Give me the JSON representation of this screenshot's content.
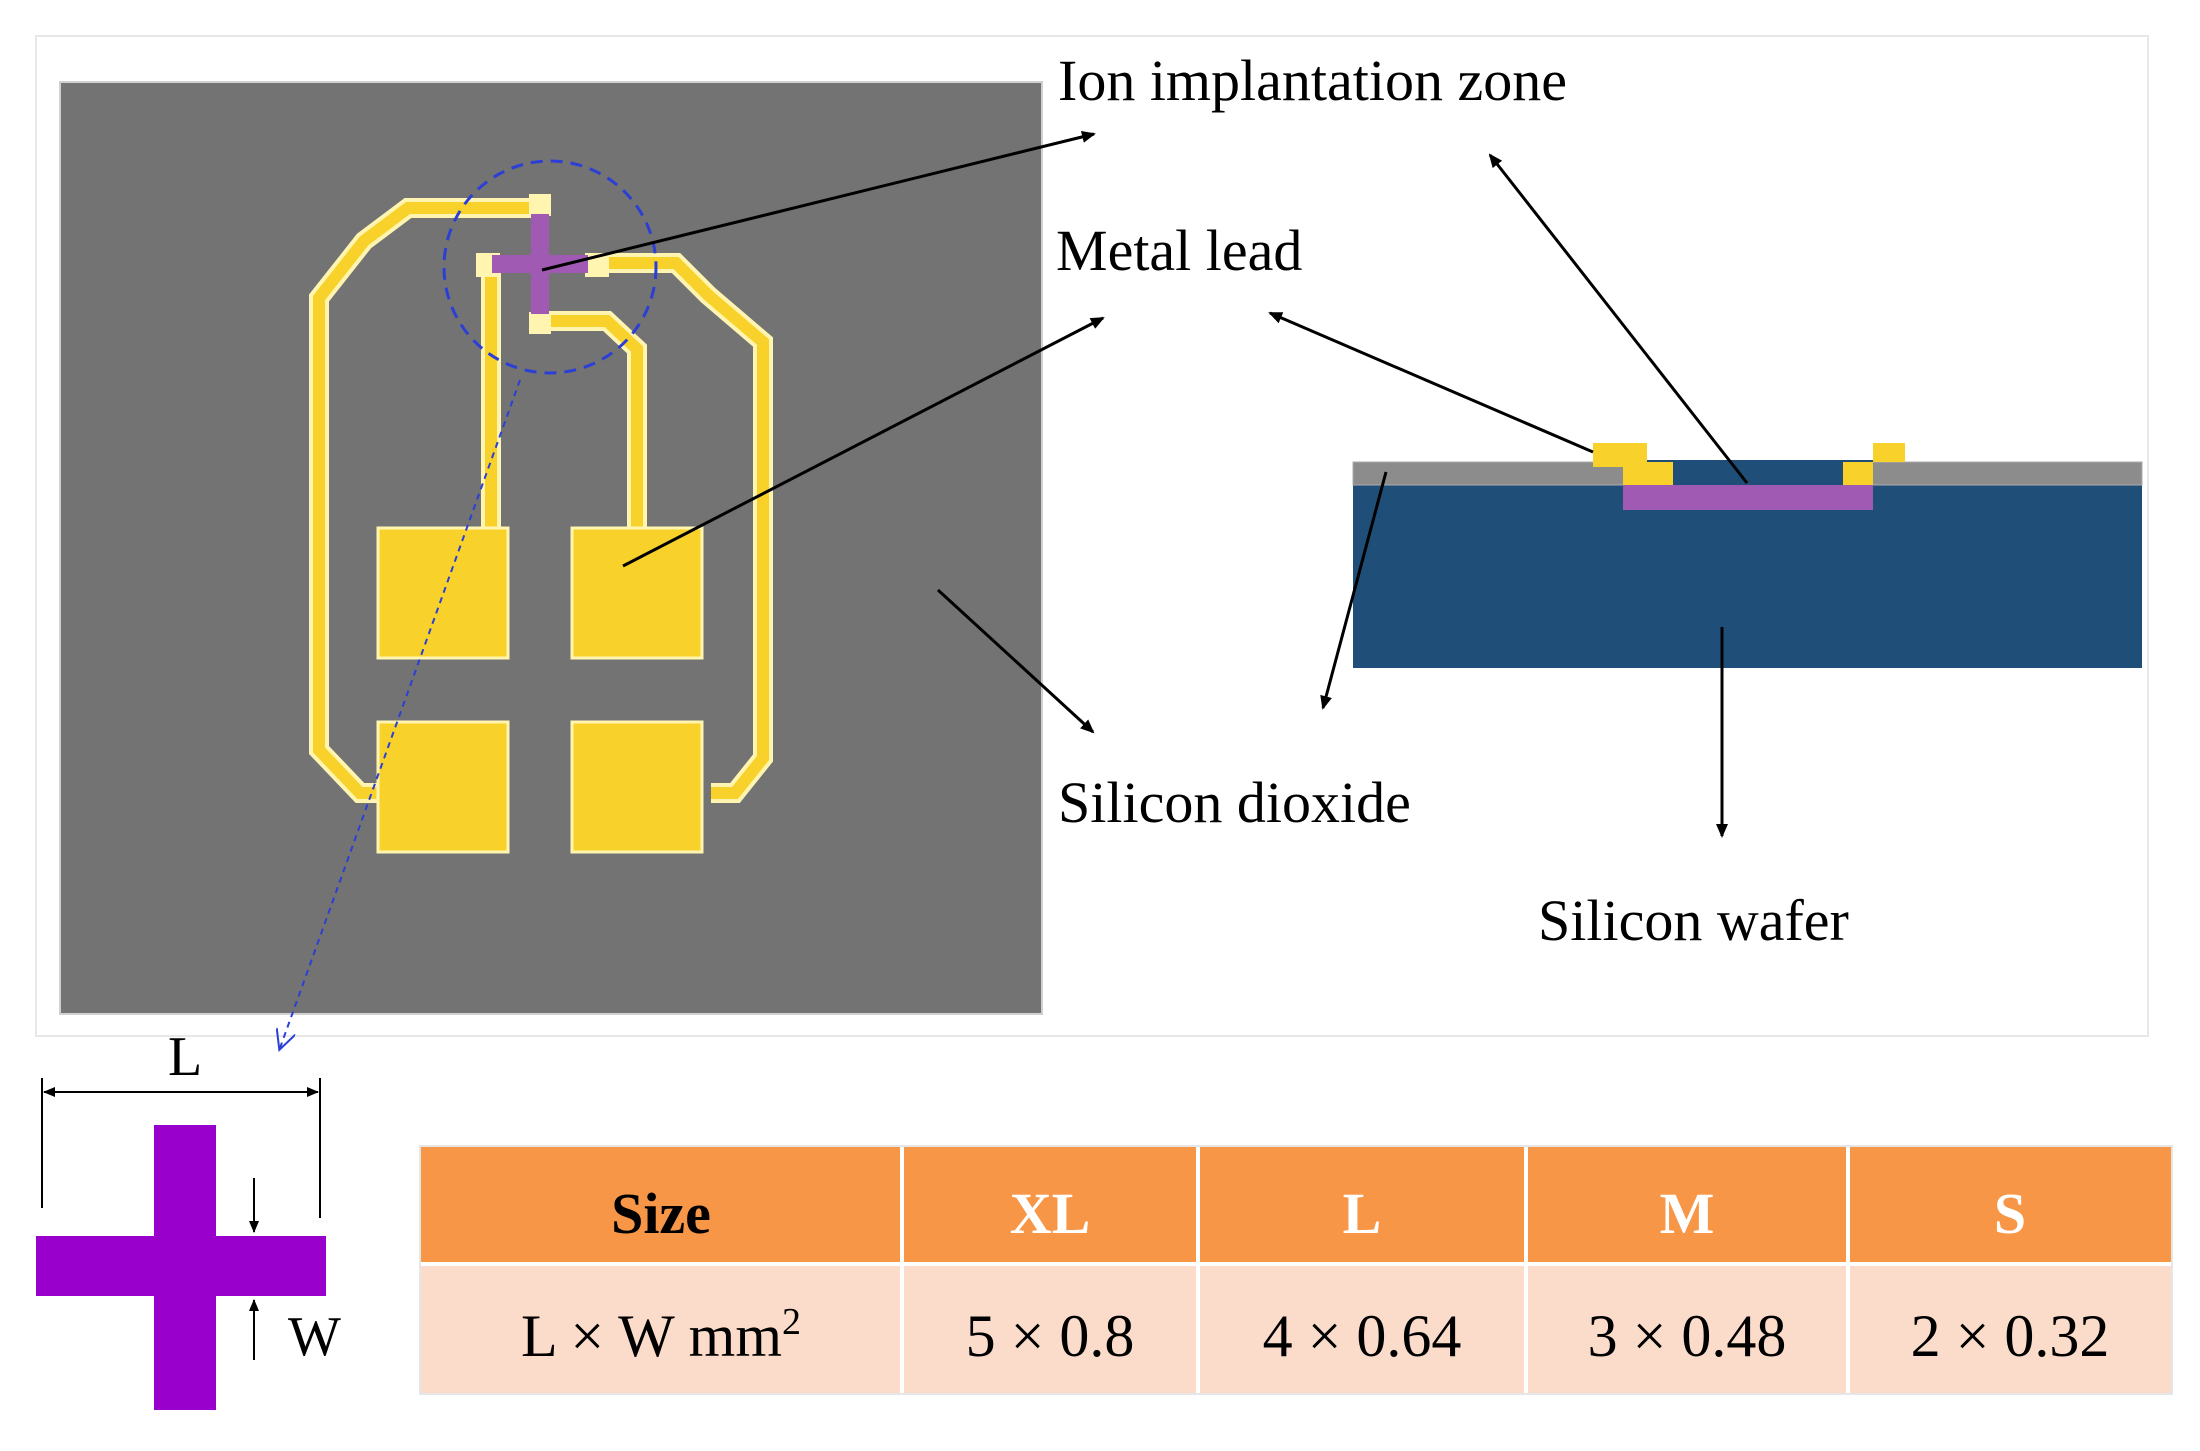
{
  "labels": {
    "ion_implantation_zone": "Ion implantation zone",
    "metal_lead": "Metal lead",
    "silicon_dioxide": "Silicon dioxide",
    "silicon_wafer": "Silicon wafer",
    "dim_L": "L",
    "dim_W": "W"
  },
  "table": {
    "header": [
      "Size",
      "XL",
      "L",
      "M",
      "S"
    ],
    "row_label": "L × W mm",
    "row_label_sup": "2",
    "row": [
      "5 × 0.8",
      "4 × 0.64",
      "3 × 0.48",
      "2 × 0.32"
    ]
  },
  "colors": {
    "substrate_gray": "#737373",
    "metal_yellow": "#f8d22a",
    "metal_highlight": "#fff5b0",
    "implant_purple": "#a05ab4",
    "cross_purple": "#9900cc",
    "wafer_blue": "#1f4e79",
    "table_header": "#f79646",
    "table_row": "#fbdcca",
    "dashed_blue": "#2b3fd6"
  }
}
